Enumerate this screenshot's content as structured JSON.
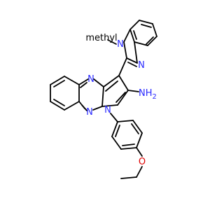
{
  "molecule": {
    "colors": {
      "bond": "#000000",
      "nitrogen": "#2a2aff",
      "oxygen": "#e00000",
      "background": "#ffffff"
    },
    "atom_labels": {
      "n_methyl_benzimidazole": "N",
      "methyl": "methyl",
      "n_imidazole": "N",
      "n_quinoxaline_top": "N",
      "n_quinoxaline_bottom": "N",
      "n_pyrrole": "N",
      "amine": "NH2",
      "oxygen": "O"
    }
  }
}
